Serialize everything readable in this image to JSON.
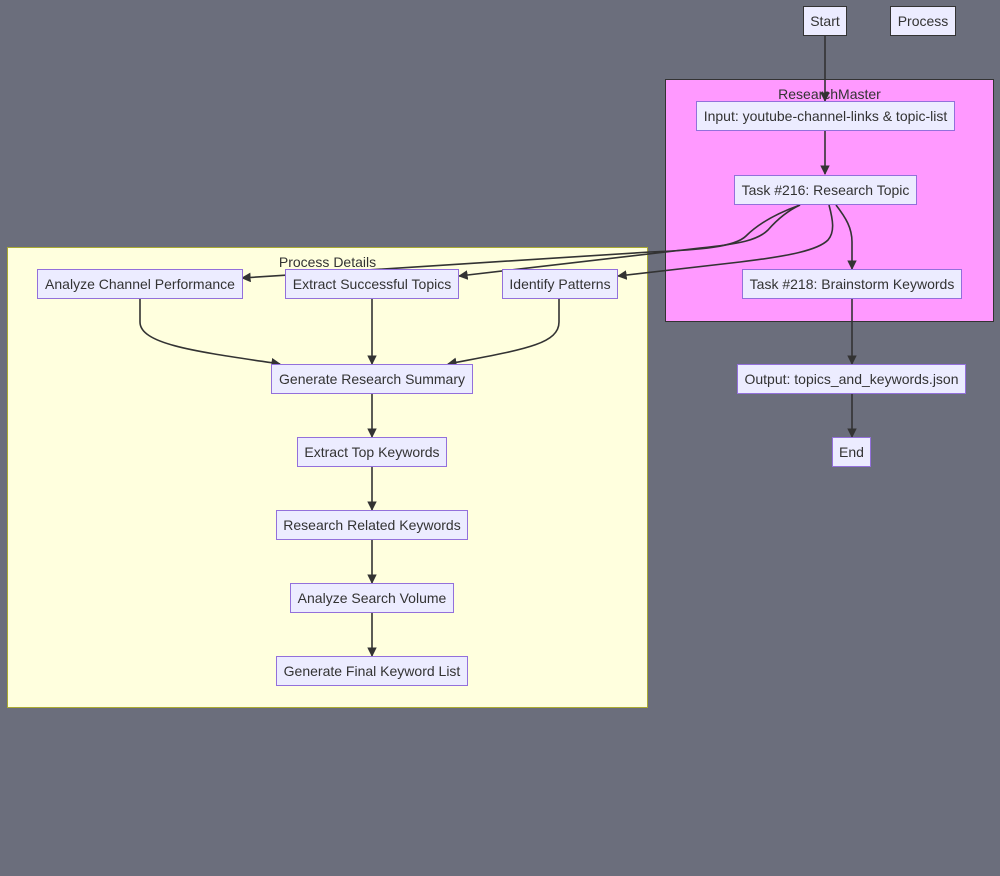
{
  "legend": {
    "start": "Start",
    "process": "Process"
  },
  "clusters": {
    "research_master": "ResearchMaster",
    "process_details": "Process Details"
  },
  "nodes": {
    "input": "Input: youtube-channel-links & topic-list",
    "task216": "Task #216: Research Topic",
    "task218": "Task #218: Brainstorm Keywords",
    "analyze_channel": "Analyze Channel Performance",
    "extract_topics": "Extract Successful Topics",
    "identify_patterns": "Identify Patterns",
    "generate_summary": "Generate Research Summary",
    "extract_keywords": "Extract Top Keywords",
    "research_related": "Research Related Keywords",
    "analyze_volume": "Analyze Search Volume",
    "final_list": "Generate Final Keyword List",
    "output": "Output: topics_and_keywords.json",
    "end": "End"
  },
  "colors": {
    "background": "#6b6e7c",
    "node_fill": "#ececff",
    "node_border": "#9370db",
    "research_master_fill": "#ff99ff",
    "process_details_fill": "#ffffde",
    "edge": "#333333"
  }
}
